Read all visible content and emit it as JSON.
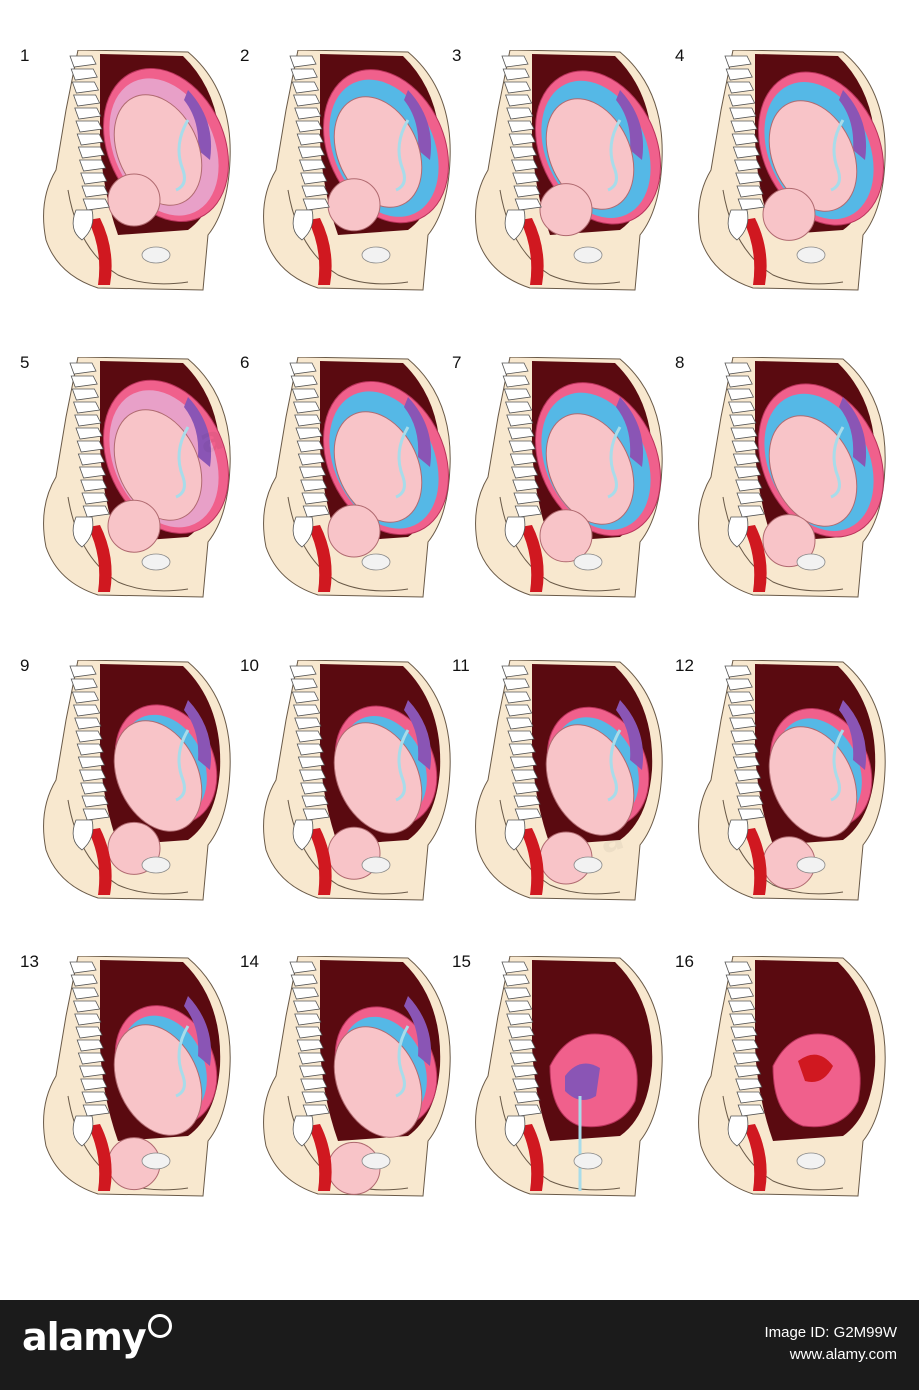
{
  "panels": [
    {
      "label": "1"
    },
    {
      "label": "2"
    },
    {
      "label": "3"
    },
    {
      "label": "4"
    },
    {
      "label": "5"
    },
    {
      "label": "6"
    },
    {
      "label": "7"
    },
    {
      "label": "8"
    },
    {
      "label": "9"
    },
    {
      "label": "10"
    },
    {
      "label": "11"
    },
    {
      "label": "12"
    },
    {
      "label": "13"
    },
    {
      "label": "14"
    },
    {
      "label": "15"
    },
    {
      "label": "16"
    }
  ],
  "footer": {
    "logo": "alamy",
    "image_id_line": "Image ID: G2M99W",
    "url": "www.alamy.com"
  },
  "colors": {
    "skin": "#f8e8cf",
    "cavity": "#5a0a10",
    "uterus": "#f0608c",
    "amnion": "#55b8e6",
    "placenta": "#8a55b5",
    "fetus": "#f8c4c8",
    "spine": "#ffffff",
    "canal": "#d01820",
    "footer_bg": "#1b1b1b"
  }
}
